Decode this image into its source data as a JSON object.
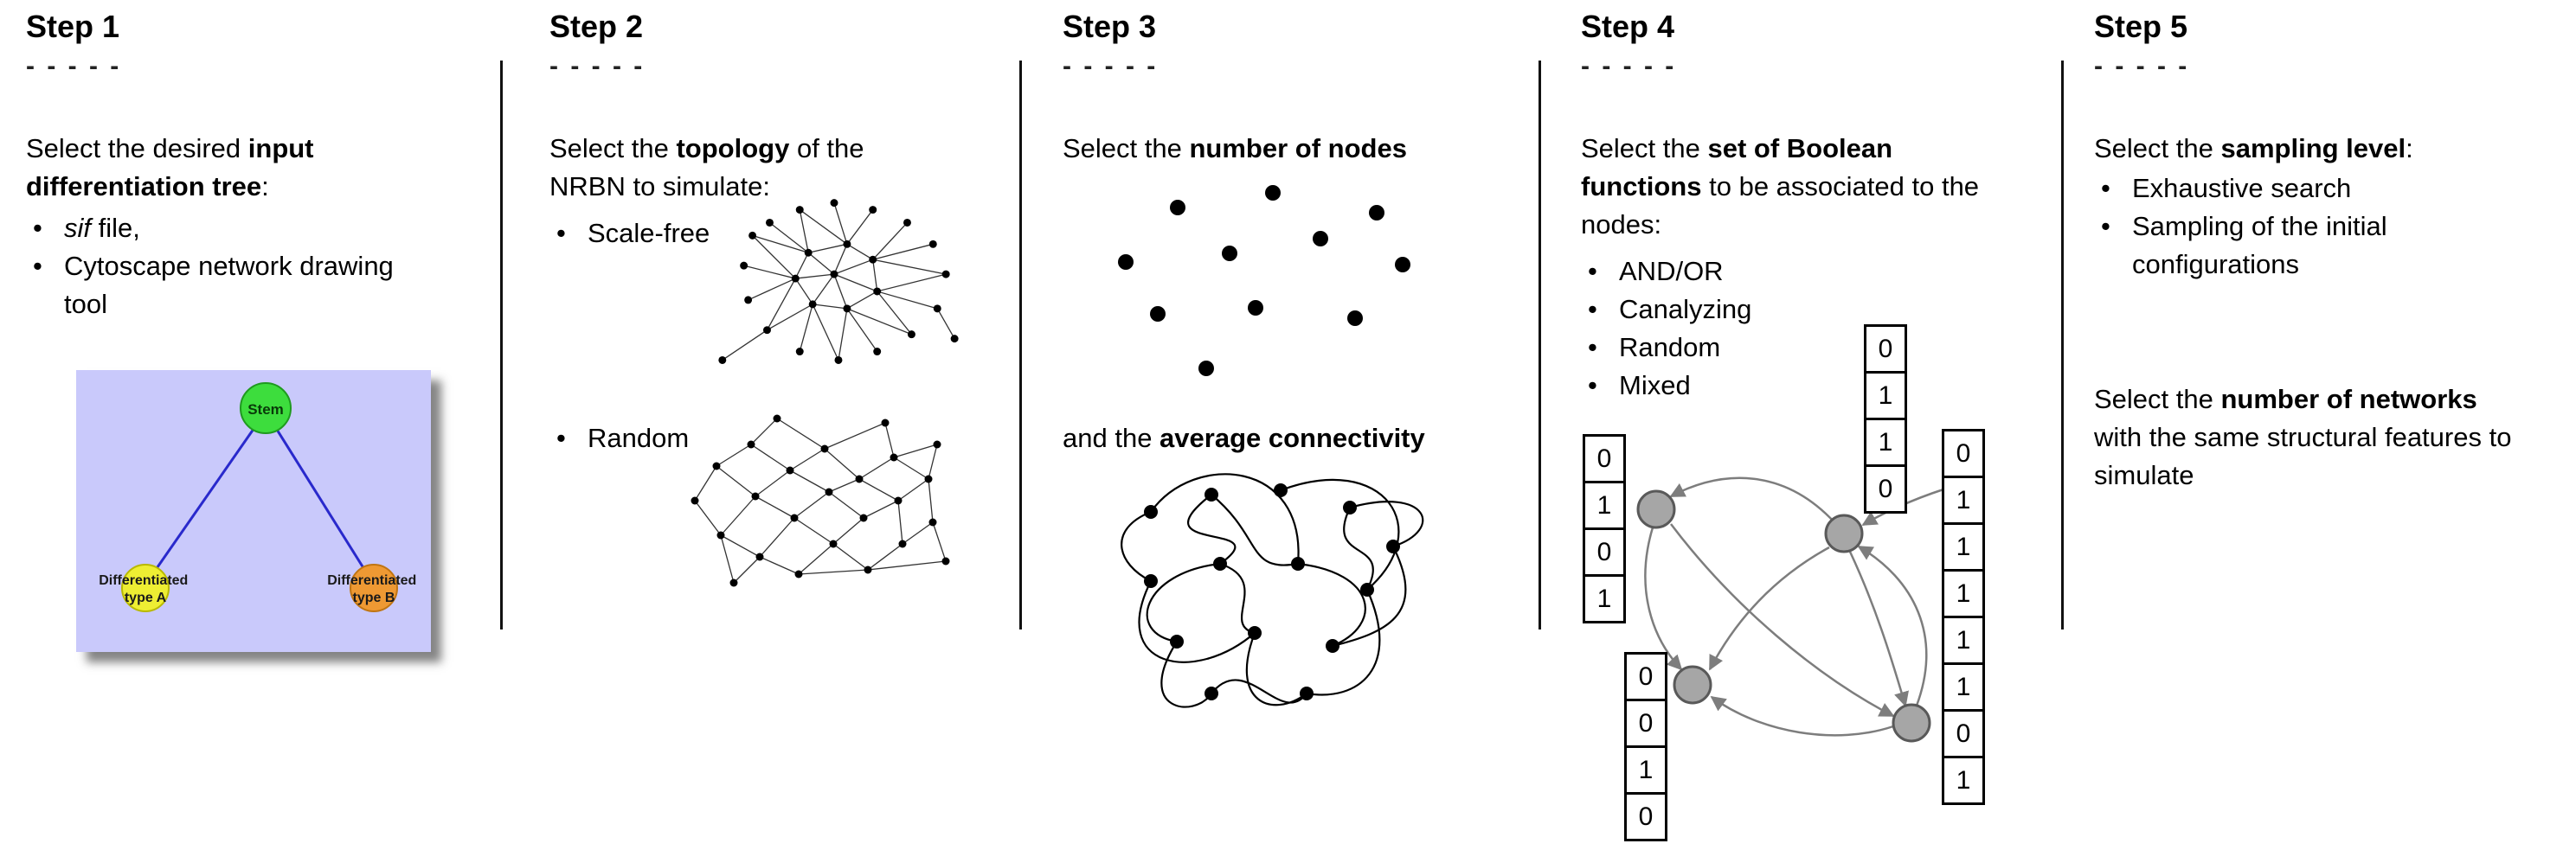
{
  "bullet_char": "•",
  "steps": [
    {
      "title": "Step 1",
      "dashes": "- - - - -",
      "intro": {
        "pre": "Select the desired ",
        "bold": "input differentiation tree",
        "post": ":"
      },
      "bullets": [
        {
          "italic": "sif",
          "text": " file,"
        },
        {
          "italic": "",
          "text": "Cytoscape network drawing tool"
        }
      ],
      "figure": {
        "stem_label": "Stem",
        "type_a_line1": "Differentiated",
        "type_a_line2": "type A",
        "type_b_line1": "Differentiated",
        "type_b_line2": "type B",
        "background_color": "#c9c9fb",
        "stem_color": "#3ddd3d",
        "type_a_color": "#eeee33",
        "type_b_color": "#ee9933",
        "edge_color": "#2929cc"
      }
    },
    {
      "title": "Step 2",
      "dashes": "- - - - -",
      "intro": {
        "pre": "Select the ",
        "bold": "topology",
        "post": " of the NRBN to simulate:"
      },
      "bullets": [
        {
          "text": "Scale-free"
        },
        {
          "text": "Random"
        }
      ]
    },
    {
      "title": "Step 3",
      "dashes": "- - - - -",
      "intro": {
        "pre": "Select the ",
        "bold": "number of nodes",
        "post": ""
      },
      "second": {
        "pre": "and the ",
        "bold": "average connectivity",
        "post": ""
      }
    },
    {
      "title": "Step 4",
      "dashes": "- - - - -",
      "intro": {
        "pre": "Select the ",
        "bold": "set of Boolean functions",
        "post": " to be associated to the nodes:"
      },
      "bullets": [
        {
          "text": "AND/OR"
        },
        {
          "text": "Canalyzing"
        },
        {
          "text": "Random"
        },
        {
          "text": "Mixed"
        }
      ],
      "tables": {
        "left": [
          "0",
          "1",
          "0",
          "1"
        ],
        "top": [
          "0",
          "1",
          "1",
          "0"
        ],
        "bottom_left": [
          "0",
          "0",
          "1",
          "0"
        ],
        "right": [
          "0",
          "1",
          "1",
          "1",
          "1",
          "1",
          "0",
          "1"
        ]
      },
      "node_color": "#a6a6a6",
      "arrow_color": "#7d7d7d"
    },
    {
      "title": "Step 5",
      "dashes": "- - - - -",
      "intro": {
        "pre": "Select the ",
        "bold": "sampling level",
        "post": ":"
      },
      "bullets": [
        {
          "text": "Exhaustive search"
        },
        {
          "text": "Sampling of the initial configurations"
        }
      ],
      "second": {
        "pre": "Select the ",
        "bold": "number of networks",
        "post": " with the same structural features to simulate"
      }
    }
  ]
}
